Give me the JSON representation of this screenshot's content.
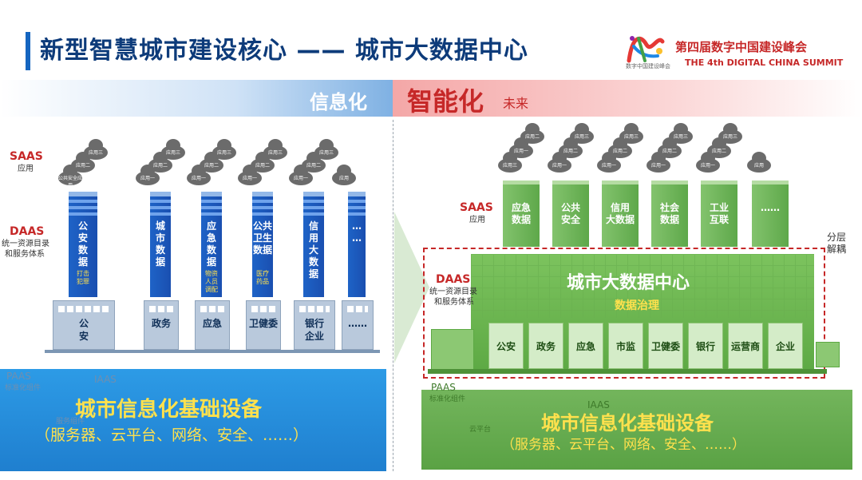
{
  "header": {
    "title": "新型智慧城市建设核心 —— 城市大数据中心",
    "summit_cn": "第四届数字中国建设峰会",
    "summit_en": "THE 4th DIGITAL CHINA SUMMIT",
    "logo_text": "数字中国建设峰会"
  },
  "bands": {
    "left": "信息化",
    "right": "智能化",
    "right_sub": "未来"
  },
  "left": {
    "saas_label": "SAAS",
    "saas_sub": "应用",
    "daas_label": "DAAS",
    "daas_sub1": "统一资源目录",
    "daas_sub2": "和服务体系",
    "paas_label": "PAAS",
    "paas_sub": "标准化组件",
    "iaas_label": "IAAS",
    "faded_misc": "服务组件",
    "chimneys": [
      {
        "text": "公\n安\n数\n据",
        "sub": "打击\n犯罪",
        "building": "公\n安",
        "clouds": [
          "公共安全应用",
          "应用二",
          "应用三"
        ]
      },
      {
        "text": "城\n市\n数\n据",
        "sub": "",
        "building": "政务",
        "clouds": [
          "应用一",
          "应用二",
          "应用三"
        ]
      },
      {
        "text": "应\n急\n数\n据",
        "sub": "物资\n人员\n调配",
        "building": "应急",
        "clouds": [
          "应用一",
          "应用二",
          "应用三"
        ]
      },
      {
        "text": "公共\n卫生\n数据",
        "sub": "医疗\n药品",
        "building": "卫健委",
        "clouds": [
          "应用一",
          "应用二",
          "应用三"
        ]
      },
      {
        "text": "信\n用\n大\n数\n据",
        "sub": "",
        "building": "银行\n企业",
        "clouds": [
          "应用一",
          "应用二",
          "应用三"
        ]
      },
      {
        "text": "…\n…",
        "sub": "",
        "building": "……",
        "clouds": [
          "应用"
        ]
      }
    ],
    "ground_title": "城市信息化基础设备",
    "ground_sub": "（服务器、云平台、网络、安全、……）"
  },
  "right": {
    "saas_label": "SAAS",
    "saas_sub": "应用",
    "daas_label": "DAAS",
    "daas_sub1": "统一资源目录",
    "daas_sub2": "和服务体系",
    "decouple": "分层\n解耦",
    "towers": [
      {
        "text": "应急\n数据",
        "clouds": [
          "应用三",
          "应用一",
          "应用二"
        ]
      },
      {
        "text": "公共\n安全",
        "clouds": [
          "应用一",
          "应用二",
          "应用三"
        ]
      },
      {
        "text": "信用\n大数据",
        "clouds": [
          "应用一",
          "应用二",
          "应用三"
        ]
      },
      {
        "text": "社会\n数据",
        "clouds": [
          "应用一",
          "应用二",
          "应用三"
        ]
      },
      {
        "text": "工业\n互联",
        "clouds": [
          "应用一",
          "应用二",
          "应用三"
        ]
      },
      {
        "text": "……",
        "clouds": [
          "应用"
        ]
      }
    ],
    "dc_title": "城市大数据中心",
    "dc_sub": "数据治理",
    "doors": [
      "公安",
      "政务",
      "应急",
      "市监",
      "卫健委",
      "银行",
      "运营商",
      "企业"
    ],
    "paas_label": "PAAS",
    "paas_sub": "标准化组件",
    "iaas_label": "IAAS",
    "cloud_label": "云平台",
    "ground_title": "城市信息化基础设备",
    "ground_sub": "（服务器、云平台、网络、安全、……）"
  },
  "colors": {
    "title": "#0d3b7a",
    "accent_red": "#c62828",
    "chimney_blue": "#1e63c7",
    "tower_green": "#6fb358",
    "ground_blue": "#2d9be6",
    "ground_green": "#73b55c",
    "highlight_yellow": "#ffe14d"
  }
}
